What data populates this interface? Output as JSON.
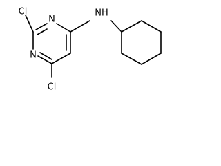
{
  "structure": {
    "atoms": {
      "cl_top": "Cl",
      "n_upper": "N",
      "n_lower": "N",
      "amine": "NH",
      "cl_bottom": "Cl"
    }
  }
}
